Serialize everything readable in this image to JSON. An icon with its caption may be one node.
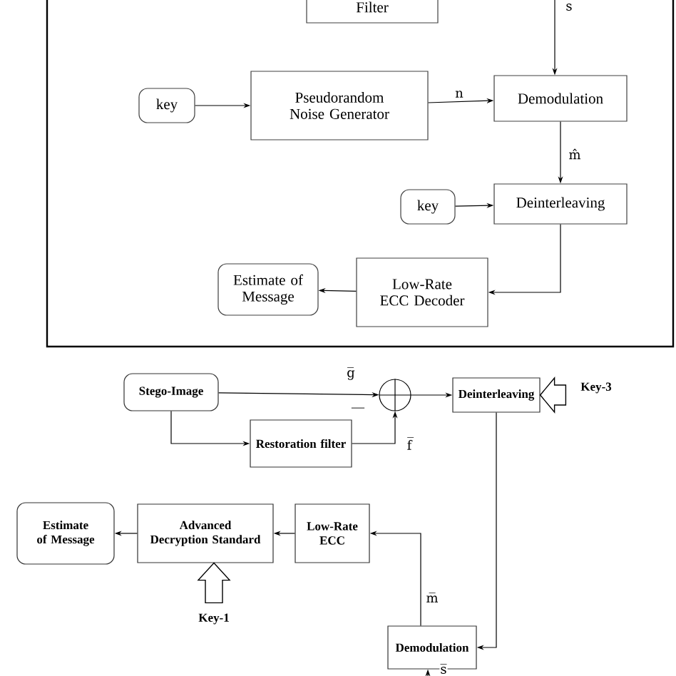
{
  "diagram": {
    "nodes": [
      {
        "text": [
          "Filter"
        ]
      },
      {
        "text": [
          "key"
        ]
      },
      {
        "text": [
          "Pseudorandom Noise Generator"
        ]
      },
      {
        "text": [
          "Demodulation"
        ]
      },
      {
        "text": [
          "key"
        ]
      },
      {
        "text": [
          "Deinterleaving"
        ]
      },
      {
        "text": [
          "Estimate of Message"
        ]
      },
      {
        "text": [
          "Low-Rate ECC Decoder"
        ]
      },
      {
        "text": [
          "Stego-Image"
        ]
      },
      {
        "text": [],
        "shape": "circle"
      },
      {
        "text": [
          "Deinterleaving"
        ]
      },
      {
        "text": [
          "Key-3"
        ]
      },
      {
        "text": [
          "Restoration filter"
        ]
      },
      {
        "text": [
          "Estimate of Message"
        ]
      },
      {
        "text": [
          "Advanced Decryption Standard"
        ]
      },
      {
        "text": [
          "Low-Rate ECC"
        ]
      },
      {
        "text": [
          "Key-1"
        ]
      },
      {
        "text": [
          "Demodulation"
        ]
      }
    ],
    "edges": [
      {
        "from": null,
        "to": 3,
        "arrow": "to",
        "label": "s"
      },
      {
        "from": 1,
        "to": 2,
        "arrow": "to"
      },
      {
        "from": 2,
        "to": 3,
        "arrow": "to",
        "label": "n"
      },
      {
        "from": 3,
        "to": 5,
        "arrow": "to",
        "label": "m̂"
      },
      {
        "from": 4,
        "to": 5,
        "arrow": "to"
      },
      {
        "from": 5,
        "to": 7,
        "arrow": "to"
      },
      {
        "from": 7,
        "to": 6,
        "arrow": "to"
      },
      {
        "from": 8,
        "to": 9,
        "arrow": "to",
        "label": "g̅"
      },
      {
        "from": 8,
        "to": 12,
        "arrow": "to"
      },
      {
        "from": 12,
        "to": 9,
        "arrow": "to",
        "label": "f̅"
      },
      {
        "from": 9,
        "to": 10,
        "arrow": "to"
      },
      {
        "from": 11,
        "to": 10,
        "arrow": "to"
      },
      {
        "from": 10,
        "to": 17,
        "arrow": "to"
      },
      {
        "from": 17,
        "to": 15,
        "arrow": "to",
        "label": "m̅"
      },
      {
        "from": 15,
        "to": 14,
        "arrow": "to"
      },
      {
        "from": 14,
        "to": 13,
        "arrow": "to"
      },
      {
        "from": 16,
        "to": 14,
        "arrow": "to"
      },
      {
        "from": null,
        "to": 17,
        "arrow": "to",
        "label": "s̅"
      }
    ],
    "labels": [
      "—"
    ]
  }
}
